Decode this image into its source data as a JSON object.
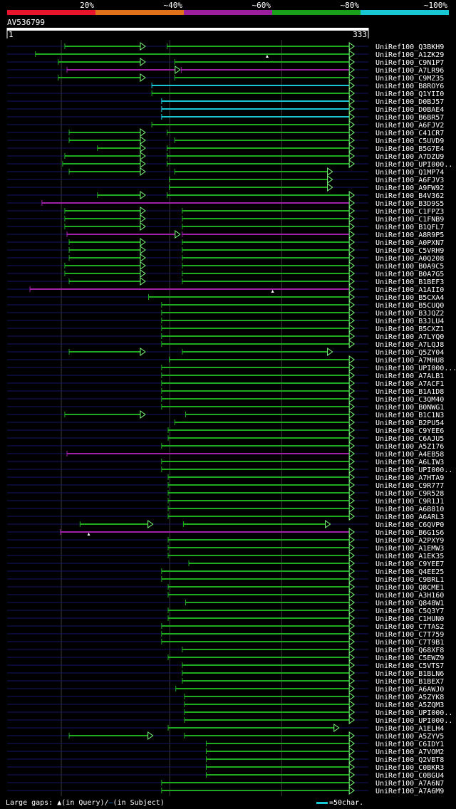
{
  "legend": [
    {
      "label": "20%",
      "color": "#e8142a"
    },
    {
      "label": "~40%",
      "color": "#e0721c"
    },
    {
      "label": "~60%",
      "color": "#9c1e9c"
    },
    {
      "label": "~80%",
      "color": "#1a9f1a"
    },
    {
      "label": "~100%",
      "color": "#19c6d4"
    }
  ],
  "query": {
    "id": "AV536799",
    "start": "1",
    "end": "333",
    "length": 333
  },
  "footer": {
    "prefix": "Large gaps: ",
    "query_text": "(in Query)/",
    "subject_text": "(in Subject)",
    "scale_text": "=50char."
  },
  "chart_data": {
    "type": "alignment",
    "query_length": 333,
    "hits": [
      {
        "id": "UniRef100_Q3BKH9",
        "color": "green",
        "segs": [
          [
            54,
            128
          ],
          [
            148,
            320
          ]
        ]
      },
      {
        "id": "UniRef100_A1ZK29",
        "color": "green",
        "segs": [
          [
            27,
            320
          ]
        ],
        "marks": [
          240
        ]
      },
      {
        "id": "UniRef100_C9N1P7",
        "color": "green",
        "segs": [
          [
            48,
            128
          ],
          [
            155,
            320
          ]
        ]
      },
      {
        "id": "UniRef100_A7LR96",
        "color": "purple",
        "segs": [
          [
            56,
            160
          ],
          [
            161,
            320
          ]
        ]
      },
      {
        "id": "UniRef100_C9MZ35",
        "color": "green",
        "segs": [
          [
            48,
            128
          ],
          [
            155,
            320
          ]
        ]
      },
      {
        "id": "UniRef100_B8ROY6",
        "color": "cyan",
        "segs": [
          [
            134,
            320
          ]
        ]
      },
      {
        "id": "UniRef100_Q1YII0",
        "color": "green",
        "segs": [
          [
            134,
            320
          ]
        ]
      },
      {
        "id": "UniRef100_D0BJ57",
        "color": "cyan",
        "segs": [
          [
            143,
            320
          ]
        ]
      },
      {
        "id": "UniRef100_D0BAE4",
        "color": "cyan",
        "segs": [
          [
            143,
            320
          ]
        ]
      },
      {
        "id": "UniRef100_B6BR57",
        "color": "cyan",
        "segs": [
          [
            143,
            320
          ]
        ]
      },
      {
        "id": "UniRef100_A6FJV2",
        "color": "green",
        "segs": [
          [
            134,
            320
          ]
        ]
      },
      {
        "id": "UniRef100_C41CR7",
        "color": "green",
        "segs": [
          [
            58,
            128
          ],
          [
            148,
            320
          ]
        ]
      },
      {
        "id": "UniRef100_C5UVD9",
        "color": "green",
        "segs": [
          [
            58,
            128
          ],
          [
            155,
            320
          ]
        ]
      },
      {
        "id": "UniRef100_B5G7E4",
        "color": "green",
        "segs": [
          [
            84,
            128
          ],
          [
            148,
            320
          ]
        ]
      },
      {
        "id": "UniRef100_A7DZU9",
        "color": "green",
        "segs": [
          [
            54,
            128
          ],
          [
            148,
            320
          ]
        ]
      },
      {
        "id": "UniRef100_UPI000..",
        "color": "green",
        "segs": [
          [
            52,
            128
          ],
          [
            148,
            320
          ]
        ]
      },
      {
        "id": "UniRef100_Q1MP74",
        "color": "green",
        "segs": [
          [
            58,
            128
          ],
          [
            155,
            300
          ]
        ]
      },
      {
        "id": "UniRef100_A6FJV3",
        "color": "green",
        "segs": [
          [
            150,
            300
          ]
        ]
      },
      {
        "id": "UniRef100_A9FW92",
        "color": "green",
        "segs": [
          [
            150,
            300
          ]
        ]
      },
      {
        "id": "UniRef100_B4V362",
        "color": "green",
        "segs": [
          [
            84,
            128
          ],
          [
            148,
            320
          ]
        ]
      },
      {
        "id": "UniRef100_B3D9S5",
        "color": "purple",
        "segs": [
          [
            33,
            320
          ]
        ]
      },
      {
        "id": "UniRef100_C1FPZ3",
        "color": "green",
        "segs": [
          [
            54,
            128
          ],
          [
            162,
            320
          ]
        ]
      },
      {
        "id": "UniRef100_C1FNB9",
        "color": "green",
        "segs": [
          [
            54,
            128
          ],
          [
            162,
            320
          ]
        ]
      },
      {
        "id": "UniRef100_B1QFL7",
        "color": "green",
        "segs": [
          [
            54,
            128
          ],
          [
            162,
            320
          ]
        ]
      },
      {
        "id": "UniRef100_A8R9P5",
        "color": "purple",
        "segs": [
          [
            56,
            160
          ],
          [
            162,
            320
          ]
        ]
      },
      {
        "id": "UniRef100_A0PXN7",
        "color": "green",
        "segs": [
          [
            58,
            128
          ],
          [
            162,
            320
          ]
        ]
      },
      {
        "id": "UniRef100_C5VRH9",
        "color": "green",
        "segs": [
          [
            58,
            128
          ],
          [
            162,
            320
          ]
        ]
      },
      {
        "id": "UniRef100_A0Q208",
        "color": "green",
        "segs": [
          [
            58,
            128
          ],
          [
            162,
            320
          ]
        ]
      },
      {
        "id": "UniRef100_B0A9C5",
        "color": "green",
        "segs": [
          [
            54,
            128
          ],
          [
            162,
            320
          ]
        ]
      },
      {
        "id": "UniRef100_B0A7G5",
        "color": "green",
        "segs": [
          [
            54,
            128
          ],
          [
            162,
            320
          ]
        ]
      },
      {
        "id": "UniRef100_B1BEF3",
        "color": "green",
        "segs": [
          [
            58,
            128
          ],
          [
            162,
            320
          ]
        ]
      },
      {
        "id": "UniRef100_A1AII0",
        "color": "purple",
        "segs": [
          [
            22,
            320
          ]
        ],
        "marks": [
          245
        ]
      },
      {
        "id": "UniRef100_B5CXA4",
        "color": "green",
        "segs": [
          [
            131,
            320
          ]
        ]
      },
      {
        "id": "UniRef100_B5CUQ0",
        "color": "green",
        "segs": [
          [
            143,
            320
          ]
        ]
      },
      {
        "id": "UniRef100_B3JQZ2",
        "color": "green",
        "segs": [
          [
            143,
            320
          ]
        ]
      },
      {
        "id": "UniRef100_B3JLU4",
        "color": "green",
        "segs": [
          [
            143,
            320
          ]
        ]
      },
      {
        "id": "UniRef100_B5CXZ1",
        "color": "green",
        "segs": [
          [
            143,
            320
          ]
        ]
      },
      {
        "id": "UniRef100_A7LYQ0",
        "color": "green",
        "segs": [
          [
            143,
            320
          ]
        ]
      },
      {
        "id": "UniRef100_A7LQJ8",
        "color": "green",
        "segs": [
          [
            143,
            320
          ]
        ]
      },
      {
        "id": "UniRef100_Q5ZY04",
        "color": "green",
        "segs": [
          [
            58,
            128
          ],
          [
            162,
            300
          ]
        ]
      },
      {
        "id": "UniRef100_A7MHU8",
        "color": "green",
        "segs": [
          [
            150,
            320
          ]
        ]
      },
      {
        "id": "UniRef100_UPI000...",
        "color": "green",
        "segs": [
          [
            143,
            320
          ]
        ]
      },
      {
        "id": "UniRef100_A7ALB1",
        "color": "green",
        "segs": [
          [
            143,
            320
          ]
        ]
      },
      {
        "id": "UniRef100_A7ACF1",
        "color": "green",
        "segs": [
          [
            143,
            320
          ]
        ]
      },
      {
        "id": "UniRef100_B1A1D8",
        "color": "green",
        "segs": [
          [
            143,
            320
          ]
        ]
      },
      {
        "id": "UniRef100_C3QM40",
        "color": "green",
        "segs": [
          [
            143,
            320
          ]
        ]
      },
      {
        "id": "UniRef100_B0NWG1",
        "color": "green",
        "segs": [
          [
            143,
            320
          ]
        ]
      },
      {
        "id": "UniRef100_B1C1N3",
        "color": "green",
        "segs": [
          [
            54,
            128
          ],
          [
            165,
            320
          ]
        ]
      },
      {
        "id": "UniRef100_B2PU54",
        "color": "green",
        "segs": [
          [
            155,
            320
          ]
        ]
      },
      {
        "id": "UniRef100_C9YEE6",
        "color": "green",
        "segs": [
          [
            149,
            320
          ]
        ]
      },
      {
        "id": "UniRef100_C6AJU5",
        "color": "green",
        "segs": [
          [
            149,
            320
          ]
        ]
      },
      {
        "id": "UniRef100_A5Z176",
        "color": "green",
        "segs": [
          [
            143,
            320
          ]
        ]
      },
      {
        "id": "UniRef100_A4EB58",
        "color": "purple",
        "segs": [
          [
            56,
            320
          ]
        ]
      },
      {
        "id": "UniRef100_A6LIW3",
        "color": "green",
        "segs": [
          [
            143,
            320
          ]
        ]
      },
      {
        "id": "UniRef100_UPI000..",
        "color": "green",
        "segs": [
          [
            143,
            320
          ]
        ]
      },
      {
        "id": "UniRef100_A7HTA9",
        "color": "green",
        "segs": [
          [
            149,
            320
          ]
        ]
      },
      {
        "id": "UniRef100_C9R777",
        "color": "green",
        "segs": [
          [
            149,
            320
          ]
        ]
      },
      {
        "id": "UniRef100_C9R528",
        "color": "green",
        "segs": [
          [
            149,
            320
          ]
        ]
      },
      {
        "id": "UniRef100_C9R1J1",
        "color": "green",
        "segs": [
          [
            149,
            320
          ]
        ]
      },
      {
        "id": "UniRef100_A6B810",
        "color": "green",
        "segs": [
          [
            149,
            320
          ]
        ]
      },
      {
        "id": "UniRef100_A6ARL3",
        "color": "green",
        "segs": [
          [
            149,
            320
          ]
        ]
      },
      {
        "id": "UniRef100_C6QVP0",
        "color": "green",
        "segs": [
          [
            68,
            135
          ],
          [
            163,
            298
          ]
        ]
      },
      {
        "id": "UniRef100_B6G1S6",
        "color": "purple",
        "segs": [
          [
            50,
            320
          ]
        ],
        "marks": [
          76
        ]
      },
      {
        "id": "UniRef100_A2PXY9",
        "color": "green",
        "segs": [
          [
            149,
            320
          ]
        ]
      },
      {
        "id": "UniRef100_A1EMW3",
        "color": "green",
        "segs": [
          [
            149,
            320
          ]
        ]
      },
      {
        "id": "UniRef100_A1EK35",
        "color": "green",
        "segs": [
          [
            149,
            320
          ]
        ]
      },
      {
        "id": "UniRef100_C9YEE7",
        "color": "green",
        "segs": [
          [
            168,
            320
          ]
        ]
      },
      {
        "id": "UniRef100_Q4EE25",
        "color": "green",
        "segs": [
          [
            143,
            320
          ]
        ]
      },
      {
        "id": "UniRef100_C9BRL1",
        "color": "green",
        "segs": [
          [
            143,
            320
          ]
        ]
      },
      {
        "id": "UniRef100_Q8CME1",
        "color": "green",
        "segs": [
          [
            149,
            320
          ]
        ]
      },
      {
        "id": "UniRef100_A3H160",
        "color": "green",
        "segs": [
          [
            149,
            320
          ]
        ]
      },
      {
        "id": "UniRef100_Q848W1",
        "color": "green",
        "segs": [
          [
            165,
            320
          ]
        ]
      },
      {
        "id": "UniRef100_C5Q3Y7",
        "color": "green",
        "segs": [
          [
            149,
            320
          ]
        ]
      },
      {
        "id": "UniRef100_C1HUN0",
        "color": "green",
        "segs": [
          [
            149,
            320
          ]
        ]
      },
      {
        "id": "UniRef100_C7TAS2",
        "color": "green",
        "segs": [
          [
            143,
            320
          ]
        ]
      },
      {
        "id": "UniRef100_C7T759",
        "color": "green",
        "segs": [
          [
            143,
            320
          ]
        ]
      },
      {
        "id": "UniRef100_C7T9B1",
        "color": "green",
        "segs": [
          [
            143,
            320
          ]
        ]
      },
      {
        "id": "UniRef100_Q68XF8",
        "color": "green",
        "segs": [
          [
            162,
            320
          ]
        ]
      },
      {
        "id": "UniRef100_C5EWZ9",
        "color": "green",
        "segs": [
          [
            149,
            320
          ]
        ]
      },
      {
        "id": "UniRef100_C5VTS7",
        "color": "green",
        "segs": [
          [
            162,
            320
          ]
        ]
      },
      {
        "id": "UniRef100_B1BLN6",
        "color": "green",
        "segs": [
          [
            162,
            320
          ]
        ]
      },
      {
        "id": "UniRef100_B1BEX7",
        "color": "green",
        "segs": [
          [
            162,
            320
          ]
        ]
      },
      {
        "id": "UniRef100_A6AWJ0",
        "color": "green",
        "segs": [
          [
            156,
            320
          ]
        ]
      },
      {
        "id": "UniRef100_A5ZYK8",
        "color": "green",
        "segs": [
          [
            164,
            320
          ]
        ]
      },
      {
        "id": "UniRef100_A5ZQM3",
        "color": "green",
        "segs": [
          [
            164,
            320
          ]
        ]
      },
      {
        "id": "UniRef100_UPI000..",
        "color": "green",
        "segs": [
          [
            164,
            320
          ]
        ]
      },
      {
        "id": "UniRef100_UPI000..",
        "color": "green",
        "segs": [
          [
            164,
            320
          ]
        ]
      },
      {
        "id": "UniRef100_A1ELH4",
        "color": "green",
        "segs": [
          [
            149,
            306
          ]
        ]
      },
      {
        "id": "UniRef100_A5ZYV5",
        "color": "green",
        "segs": [
          [
            58,
            135
          ],
          [
            164,
            320
          ]
        ]
      },
      {
        "id": "UniRef100_C6IDY1",
        "color": "green",
        "segs": [
          [
            184,
            320
          ]
        ]
      },
      {
        "id": "UniRef100_A7VOM2",
        "color": "green",
        "segs": [
          [
            184,
            320
          ]
        ]
      },
      {
        "id": "UniRef100_Q2VBT8",
        "color": "green",
        "segs": [
          [
            184,
            320
          ]
        ]
      },
      {
        "id": "UniRef100_C0BKR3",
        "color": "green",
        "segs": [
          [
            184,
            320
          ]
        ]
      },
      {
        "id": "UniRef100_C0BGU4",
        "color": "green",
        "segs": [
          [
            184,
            320
          ]
        ]
      },
      {
        "id": "UniRef100_A7A6N7",
        "color": "green",
        "segs": [
          [
            143,
            320
          ]
        ]
      },
      {
        "id": "UniRef100_A7A6M9",
        "color": "green",
        "segs": [
          [
            143,
            320
          ]
        ]
      }
    ]
  }
}
